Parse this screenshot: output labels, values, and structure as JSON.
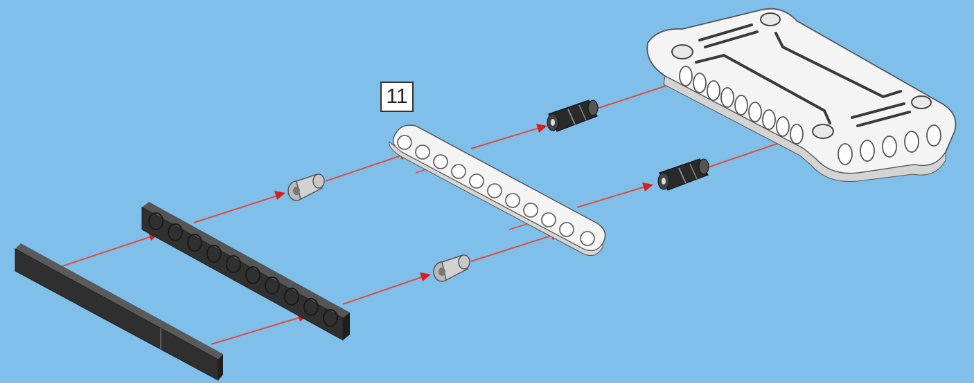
{
  "instruction": {
    "step_number": "11"
  },
  "colors": {
    "background": "#7fbfea",
    "guide_line": "#e04b3a",
    "arrow_head": "#d81e1e",
    "white_part": "#f4f4f4",
    "dark_part": "#3a3a3a",
    "outline": "#555555"
  },
  "parts": [
    {
      "name": "flat-tile-strip",
      "color": "dark"
    },
    {
      "name": "dark-liftarm",
      "color": "dark"
    },
    {
      "name": "connector-pin-upper",
      "color": "light-gray"
    },
    {
      "name": "connector-pin-lower",
      "color": "light-gray"
    },
    {
      "name": "white-liftarm",
      "color": "white"
    },
    {
      "name": "friction-pin-upper",
      "color": "black"
    },
    {
      "name": "friction-pin-lower",
      "color": "black"
    },
    {
      "name": "white-frame-panel",
      "color": "white"
    }
  ]
}
